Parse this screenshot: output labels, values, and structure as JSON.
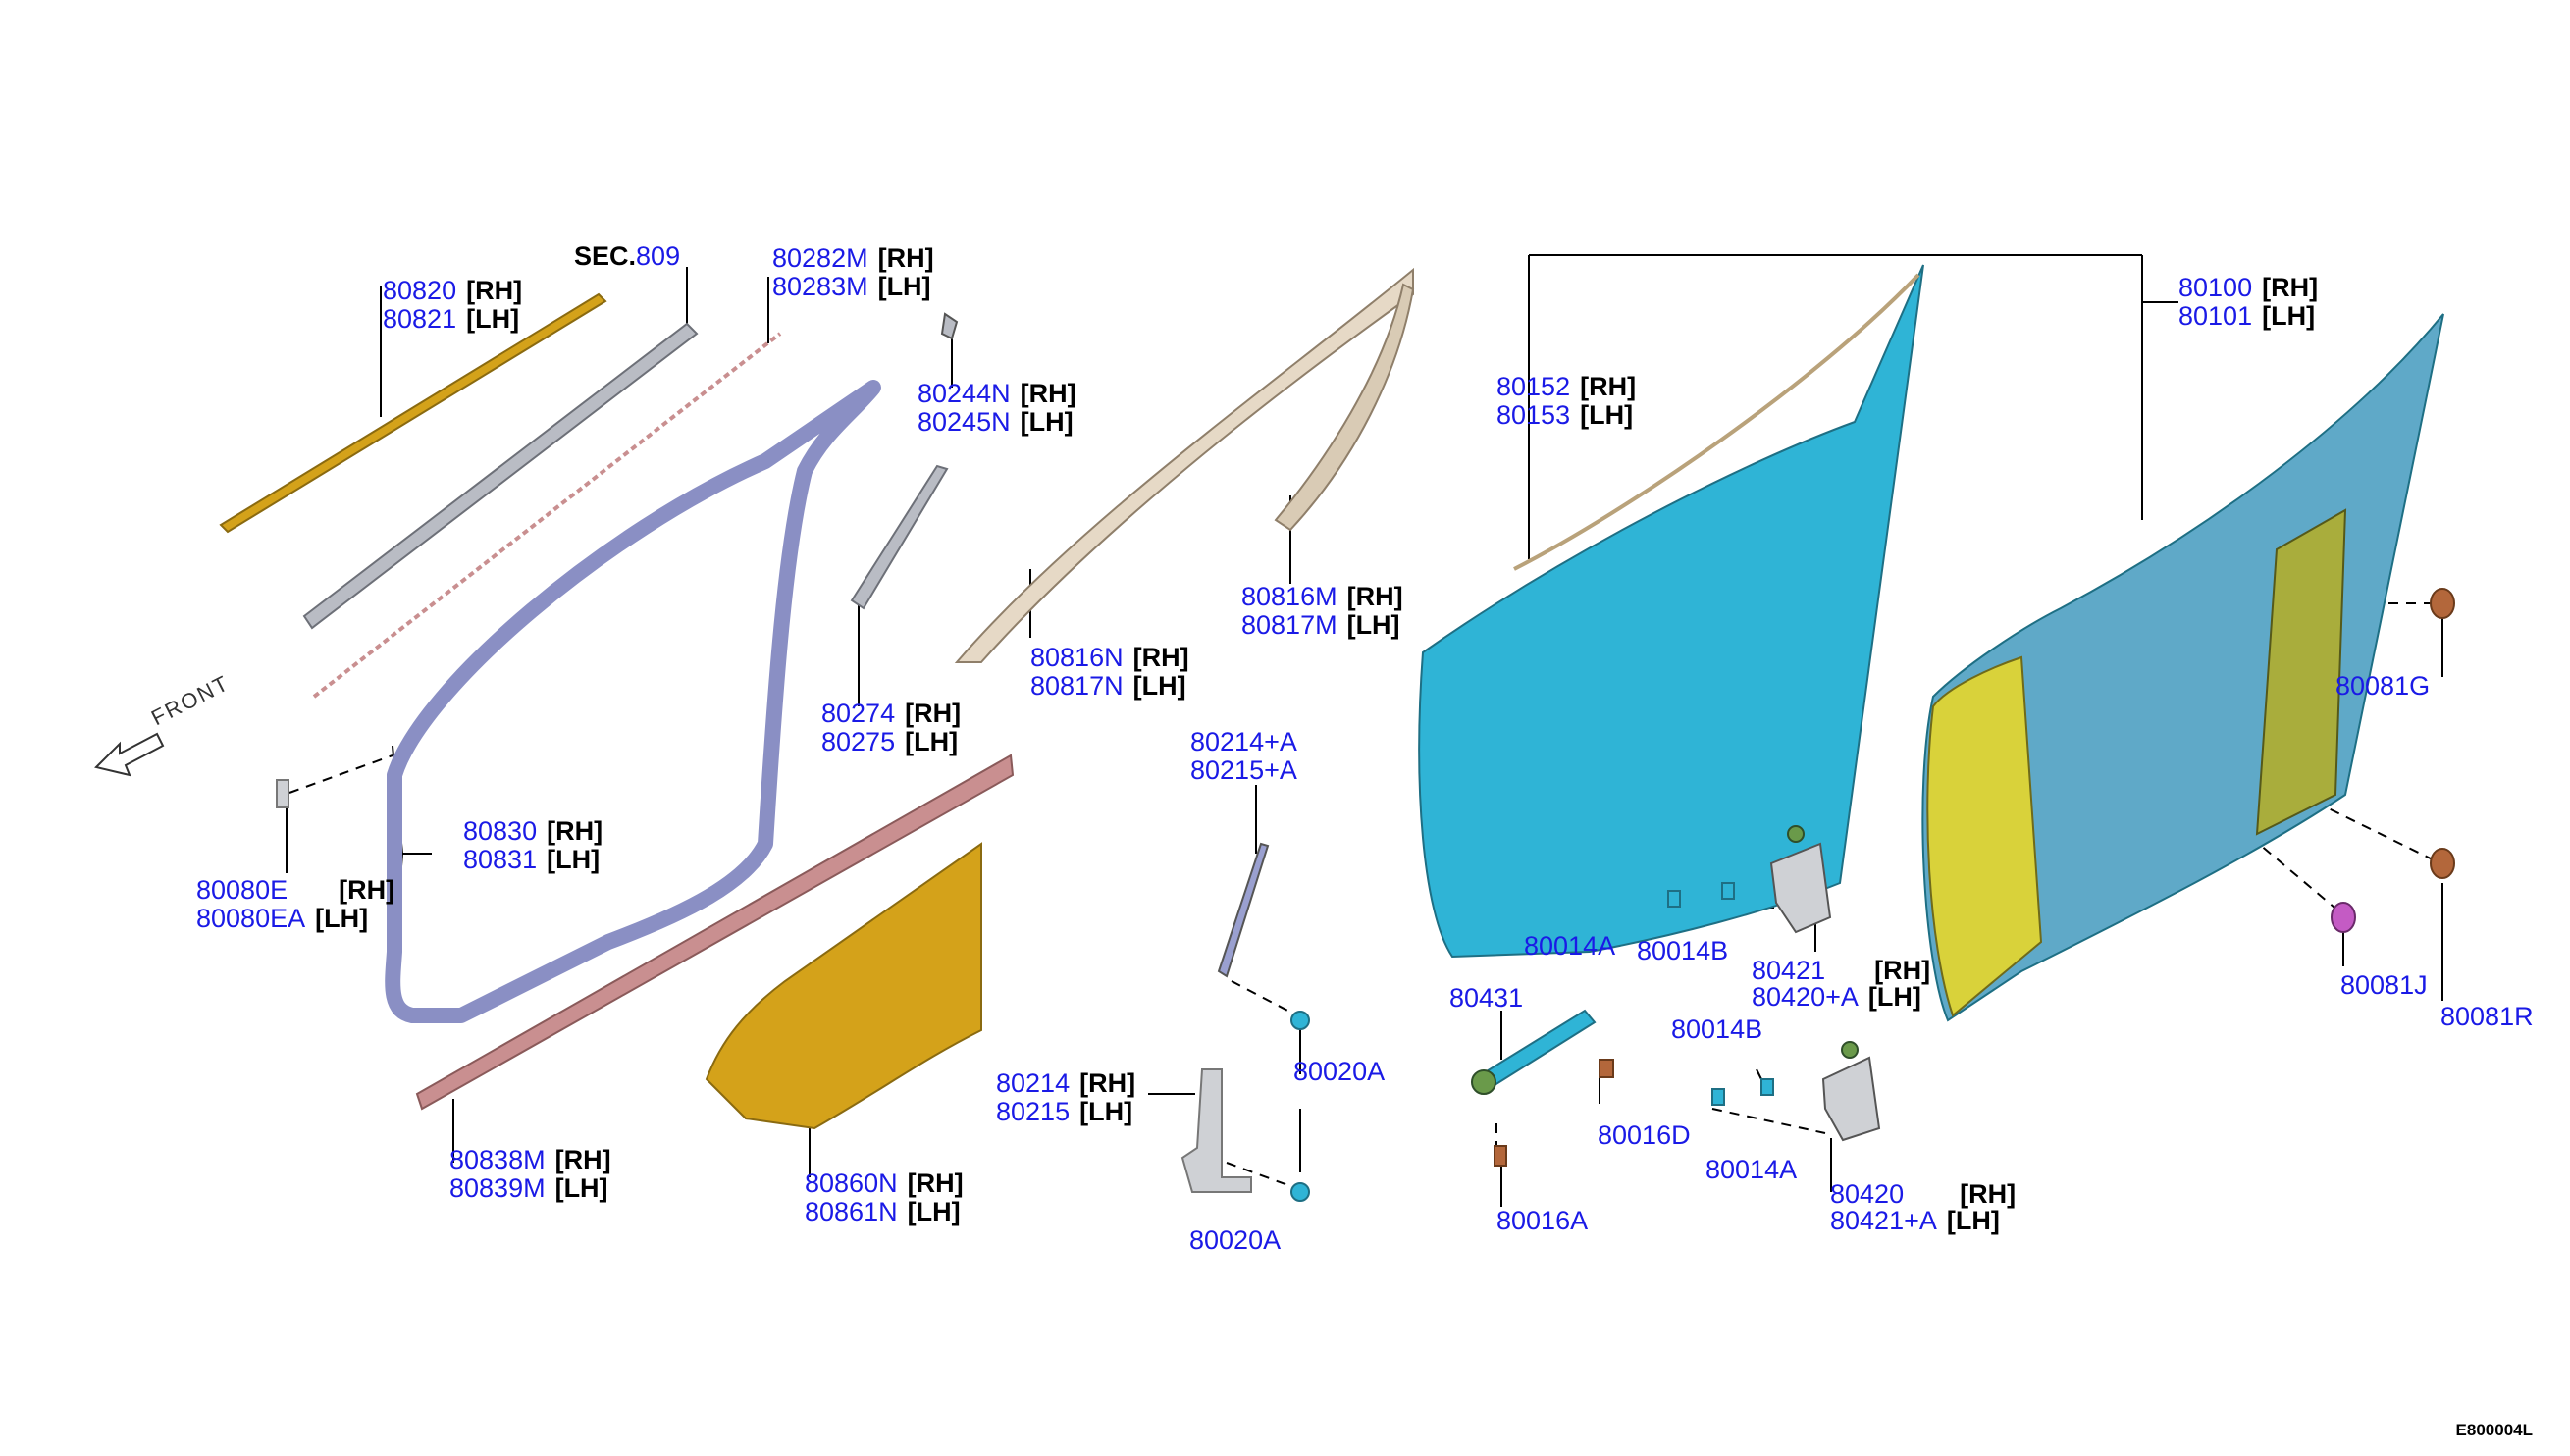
{
  "labels": {
    "l80820": {
      "pn": "80820",
      "side": "[RH]"
    },
    "l80821": {
      "pn": "80821",
      "side": "[LH]"
    },
    "sec": {
      "prefix": "SEC.",
      "num": "809"
    },
    "l80282M": {
      "pn": "80282M",
      "side": "[RH]"
    },
    "l80283M": {
      "pn": "80283M",
      "side": "[LH]"
    },
    "l80244N": {
      "pn": "80244N",
      "side": "[RH]"
    },
    "l80245N": {
      "pn": "80245N",
      "side": "[LH]"
    },
    "l80816M": {
      "pn": "80816M",
      "side": "[RH]"
    },
    "l80817M": {
      "pn": "80817M",
      "side": "[LH]"
    },
    "l80816N": {
      "pn": "80816N",
      "side": "[RH]"
    },
    "l80817N": {
      "pn": "80817N",
      "side": "[LH]"
    },
    "l80274": {
      "pn": "80274",
      "side": "[RH]"
    },
    "l80275": {
      "pn": "80275",
      "side": "[LH]"
    },
    "l80830": {
      "pn": "80830",
      "side": "[RH]"
    },
    "l80831": {
      "pn": "80831",
      "side": "[LH]"
    },
    "l80080E": {
      "pn": "80080E",
      "side": "[RH]"
    },
    "l80080EA": {
      "pn": "80080EA",
      "side": "[LH]"
    },
    "l80838M": {
      "pn": "80838M",
      "side": "[RH]"
    },
    "l80839M": {
      "pn": "80839M",
      "side": "[LH]"
    },
    "l80860N": {
      "pn": "80860N",
      "side": "[RH]"
    },
    "l80861N": {
      "pn": "80861N",
      "side": "[LH]"
    },
    "l80214A": {
      "pn": "80214+A"
    },
    "l80215A": {
      "pn": "80215+A"
    },
    "l80020A_1": {
      "pn": "80020A"
    },
    "l80214": {
      "pn": "80214",
      "side": "[RH]"
    },
    "l80215": {
      "pn": "80215",
      "side": "[LH]"
    },
    "l80020A_2": {
      "pn": "80020A"
    },
    "l80152": {
      "pn": "80152",
      "side": "[RH]"
    },
    "l80153": {
      "pn": "80153",
      "side": "[LH]"
    },
    "l80100": {
      "pn": "80100",
      "side": "[RH]"
    },
    "l80101": {
      "pn": "80101",
      "side": "[LH]"
    },
    "l80081G": {
      "pn": "80081G"
    },
    "l80081J": {
      "pn": "80081J"
    },
    "l80081R": {
      "pn": "80081R"
    },
    "l80014A_1": {
      "pn": "80014A"
    },
    "l80014B_1": {
      "pn": "80014B"
    },
    "l80421": {
      "pn": "80421",
      "side": "[RH]"
    },
    "l80420A": {
      "pn": "80420+A",
      "side": "[LH]"
    },
    "l80431": {
      "pn": "80431"
    },
    "l80014B_2": {
      "pn": "80014B"
    },
    "l80016D": {
      "pn": "80016D"
    },
    "l80014A_2": {
      "pn": "80014A"
    },
    "l80016A": {
      "pn": "80016A"
    },
    "l80420": {
      "pn": "80420",
      "side": "[RH]"
    },
    "l80421A": {
      "pn": "80421+A",
      "side": "[LH]"
    }
  },
  "front_arrow": "FRONT",
  "figure_code": "E800004L",
  "colors": {
    "part_number": "#1a1ae6",
    "door_outer": "#2fb4d6",
    "door_inner": "#5fa9c8",
    "inner_yellow": "#d9d23a",
    "inner_olive": "#a9ad3c",
    "seal": "#8a8fc4",
    "trim_pink": "#c98f90",
    "insulator_gold": "#d4a21a",
    "garnish_tan": "#d9cbb5",
    "plug_brown": "#b3673b",
    "plug_magenta": "#c45bc4",
    "hinge_green": "#6a9a4a"
  }
}
